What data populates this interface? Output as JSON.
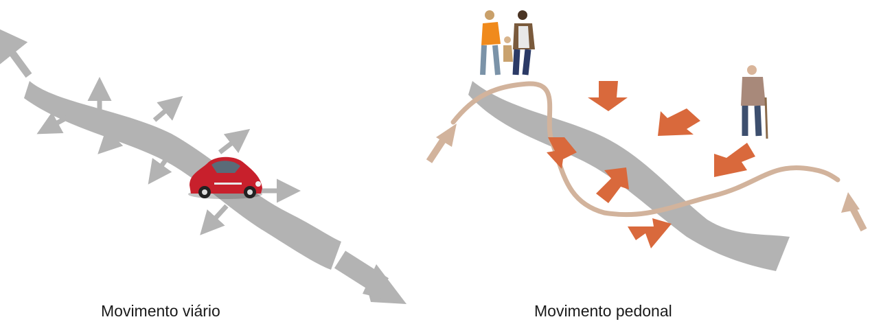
{
  "captions": {
    "left": "Movimento viário",
    "right": "Movimento pedonal"
  },
  "colors": {
    "road": "#b3b3b3",
    "pedestrian_path": "#d2b39c",
    "attraction_arrow": "#d9693c",
    "car_body": "#c8202c"
  },
  "icons": {
    "car": "vintage-beetle-car",
    "family": "walking-family",
    "elder": "elderly-man-with-cane"
  }
}
